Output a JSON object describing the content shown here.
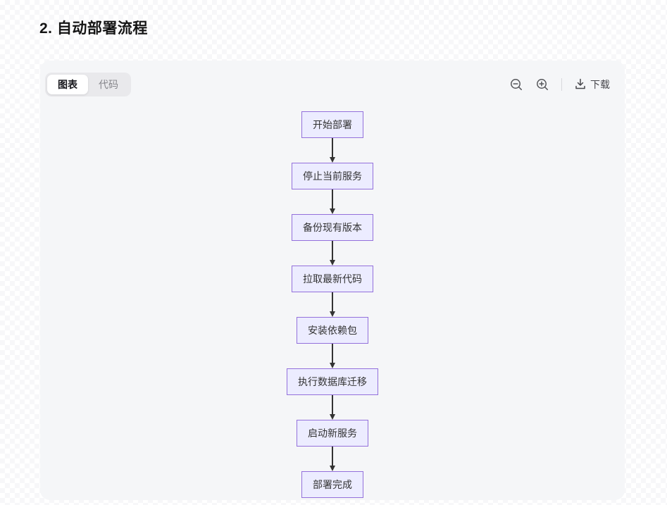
{
  "page": {
    "title": "2. 自动部署流程"
  },
  "viewer": {
    "tabs": [
      {
        "label": "图表",
        "active": true
      },
      {
        "label": "代码",
        "active": false
      }
    ],
    "toolbar": {
      "zoom_out_icon": "magnifier-minus",
      "zoom_in_icon": "magnifier-plus",
      "download_icon": "download-tray-arrow",
      "download_label": "下载"
    }
  },
  "chart_data": {
    "type": "flowchart",
    "direction": "top-down",
    "nodes": [
      "开始部署",
      "停止当前服务",
      "备份现有版本",
      "拉取最新代码",
      "安装依赖包",
      "执行数据库迁移",
      "启动新服务",
      "部署完成"
    ],
    "edges": [
      [
        0,
        1
      ],
      [
        1,
        2
      ],
      [
        2,
        3
      ],
      [
        3,
        4
      ],
      [
        4,
        5
      ],
      [
        5,
        6
      ],
      [
        6,
        7
      ]
    ],
    "style": {
      "node_fill": "#ECECFF",
      "node_border": "#9370DB",
      "node_text_color": "#333333",
      "arrow_color": "#333333"
    }
  }
}
